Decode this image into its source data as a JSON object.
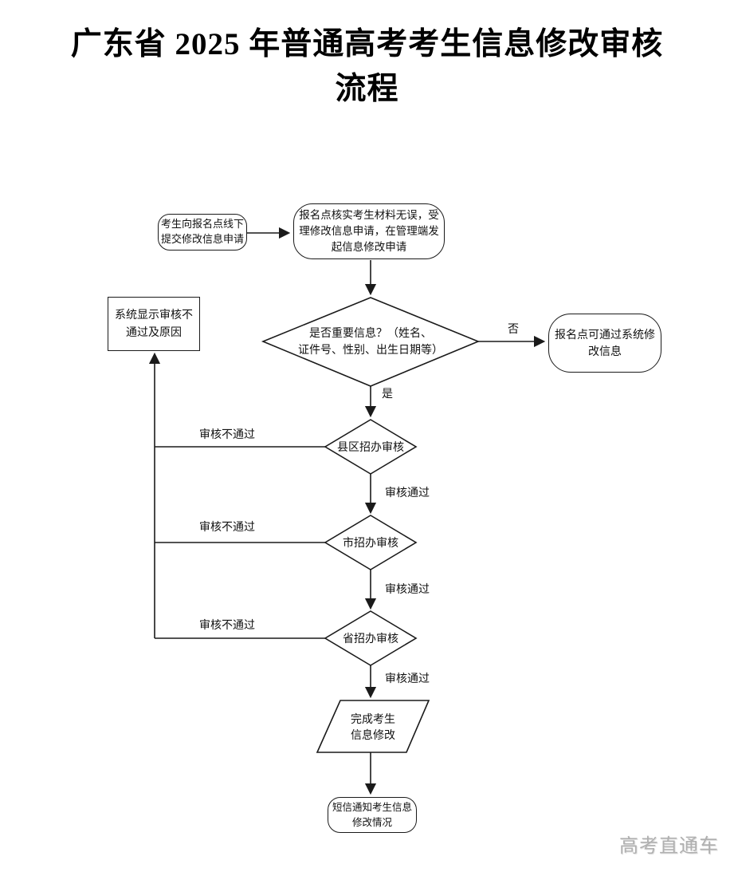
{
  "title": {
    "line1": "广东省 2025 年普通高考考生信息修改审核",
    "line2": "流程"
  },
  "watermark": "高考直通车",
  "flowchart": {
    "nodes": {
      "start": {
        "shape": "rounded",
        "lines": [
          "考生向报名点线下",
          "提交修改信息申请"
        ]
      },
      "accept": {
        "shape": "rounded",
        "lines": [
          "报名点核实考生材料无误，受",
          "理修改信息申请，在管理端发",
          "起信息修改申请"
        ]
      },
      "decision_important": {
        "shape": "diamond",
        "lines": [
          "是否重要信息？（姓名、",
          "证件号、性别、出生日期等）"
        ]
      },
      "system_modify": {
        "shape": "rounded",
        "lines": [
          "报名点可通过系统修",
          "改信息"
        ]
      },
      "reject_display": {
        "shape": "rectangle",
        "lines": [
          "系统显示审核不",
          "通过及原因"
        ]
      },
      "county_review": {
        "shape": "diamond",
        "lines": [
          "县区招办审核"
        ]
      },
      "city_review": {
        "shape": "diamond",
        "lines": [
          "市招办审核"
        ]
      },
      "province_review": {
        "shape": "diamond",
        "lines": [
          "省招办审核"
        ]
      },
      "complete": {
        "shape": "parallelogram",
        "lines": [
          "完成考生",
          "信息修改"
        ]
      },
      "sms_notify": {
        "shape": "rounded",
        "lines": [
          "短信通知考生信息",
          "修改情况"
        ]
      }
    },
    "edge_labels": {
      "yes": "是",
      "no": "否",
      "pass": "审核通过",
      "fail": "审核不通过"
    }
  },
  "colors": {
    "line": "#1a1a1a",
    "text": "#111111",
    "watermark": "#b0b0b0",
    "background": "#ffffff"
  }
}
